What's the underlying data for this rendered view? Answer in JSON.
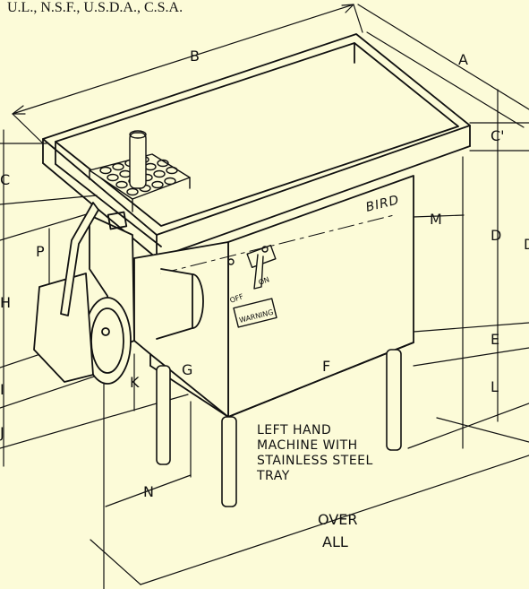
{
  "certifications": "U.L., N.S.F., U.S.D.A., C.S.A.",
  "brand": "BIRD",
  "switch": {
    "off": "OFF",
    "on": "ON"
  },
  "warning_label": "WARNING",
  "note_lines": [
    "LEFT HAND",
    "MACHINE WITH",
    "STAINLESS STEEL",
    "TRAY"
  ],
  "overall_lines": [
    "OVER",
    "ALL"
  ],
  "dimensions": {
    "A": "A",
    "B": "B",
    "C": "C",
    "C_prime": "C'",
    "D": "D",
    "D_right": "D",
    "E": "E",
    "F": "F",
    "G": "G",
    "H": "H",
    "I": "I",
    "J": "J",
    "K": "K",
    "L": "L",
    "M": "M",
    "N": "N",
    "P": "P"
  }
}
